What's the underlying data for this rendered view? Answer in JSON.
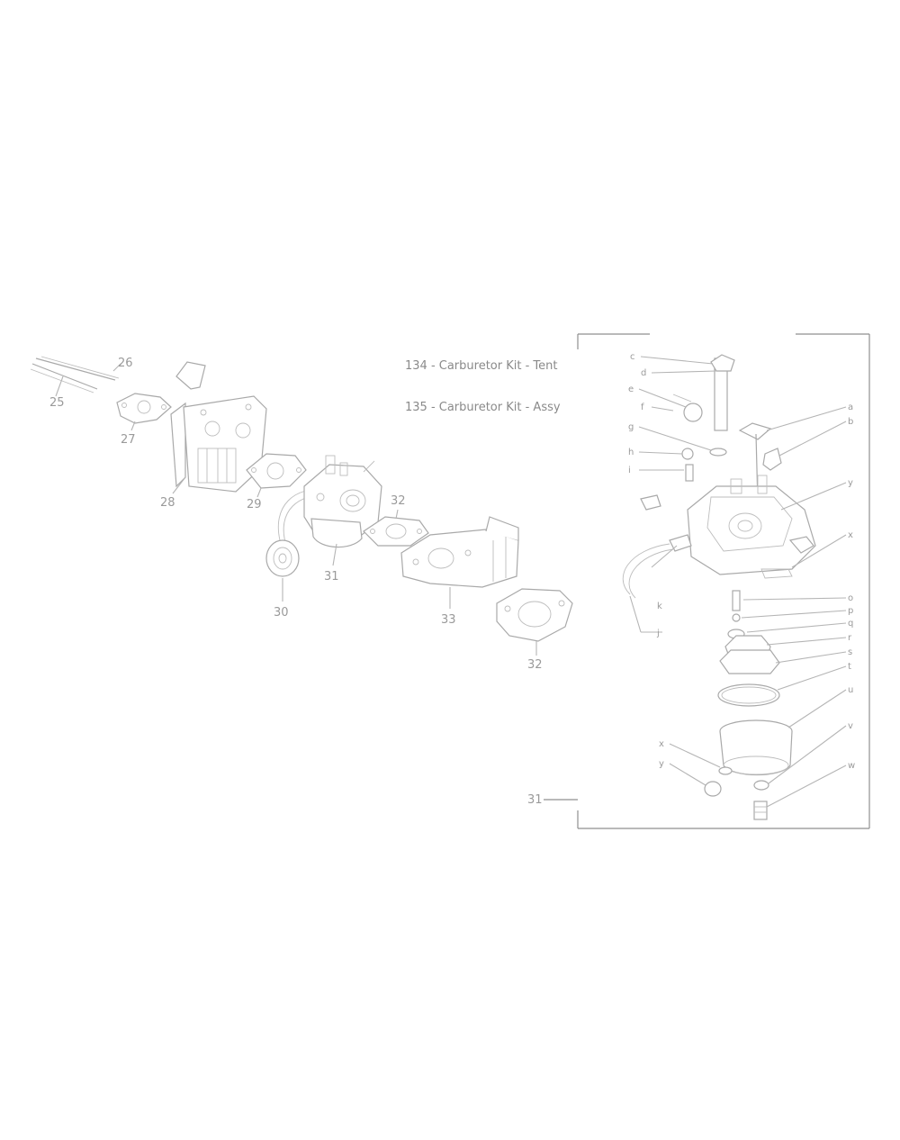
{
  "kits": [
    {
      "text": "134 - Carburetor Kit - Tent"
    },
    {
      "text": "135 - Carburetor Kit - Assy"
    }
  ],
  "left_callouts": [
    "26",
    "25",
    "27",
    "28",
    "29",
    "30",
    "31",
    "32",
    "33",
    "32"
  ],
  "right_callouts_left_side": [
    "c",
    "d",
    "e",
    "f",
    "g",
    "h",
    "i",
    "j",
    "k",
    "x",
    "y"
  ],
  "right_callouts_right_side": [
    "a",
    "b",
    "y",
    "x",
    "o",
    "p",
    "q",
    "r",
    "s",
    "t",
    "u",
    "v",
    "w"
  ],
  "assembly_ref": "31",
  "colors": {
    "line": "#b5b5b5",
    "frame": "#8f8f8f",
    "text": "#9a9a9a"
  }
}
